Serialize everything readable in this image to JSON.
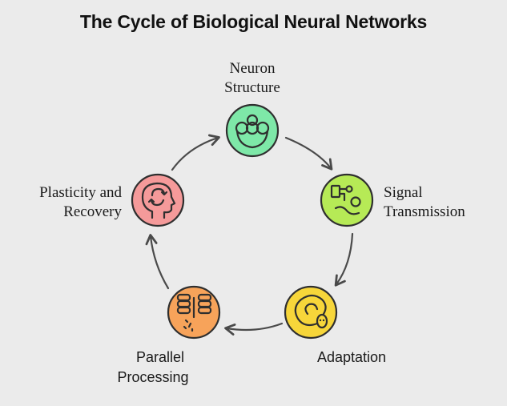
{
  "title": "The Cycle of Biological Neural Networks",
  "colors": {
    "background": "#ebebeb",
    "neuron": "#7ee8a8",
    "signal": "#b6ea56",
    "adaptation": "#f7d63a",
    "parallel": "#f7a35a",
    "plasticity": "#f59a9a",
    "outline": "#2f2f2f",
    "arrow": "#4a4a4a"
  },
  "nodes": {
    "neuron": {
      "line1": "Neuron",
      "line2": "Structure",
      "icon": "neuron-cluster-icon"
    },
    "signal": {
      "line1": "Signal",
      "line2": "Transmission",
      "icon": "signal-node-icon"
    },
    "adaptation": {
      "line1": "Adaptation",
      "icon": "snake-coil-icon"
    },
    "parallel": {
      "line1": "Parallel",
      "line2": "Processing",
      "icon": "parallel-stacks-icon"
    },
    "plasticity": {
      "line1": "Plasticity and",
      "line2": "Recovery",
      "icon": "head-cycle-icon"
    }
  }
}
